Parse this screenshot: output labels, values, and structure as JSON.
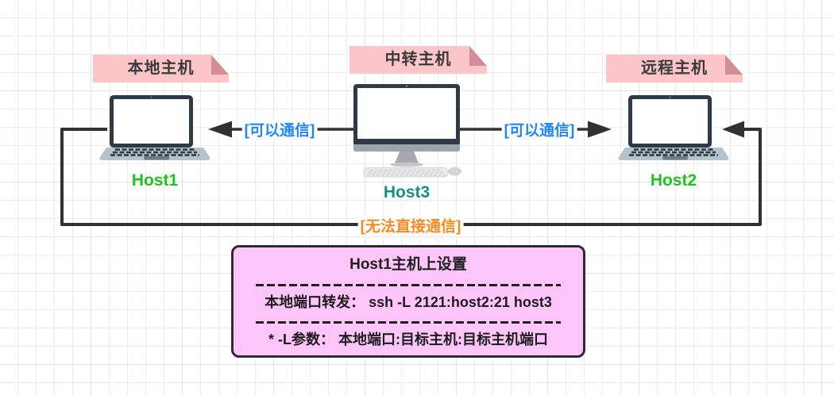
{
  "diagram": {
    "nodes": {
      "local": {
        "note": "本地主机",
        "host": "Host1",
        "icon": "laptop-icon",
        "host_color": "#1FC31F"
      },
      "relay": {
        "note": "中转主机",
        "host": "Host3",
        "icon": "desktop-icon",
        "host_color": "#178F87"
      },
      "remote": {
        "note": "远程主机",
        "host": "Host2",
        "icon": "laptop-icon",
        "host_color": "#1FC31F"
      }
    },
    "edges": {
      "relay_to_local": {
        "label": "[可以通信]",
        "color": "#1E86FF",
        "direction": "arrow-to-local"
      },
      "relay_to_remote": {
        "label": "[可以通信]",
        "color": "#1E86FF",
        "direction": "arrow-to-remote"
      },
      "local_to_remote": {
        "label": "[无法直接通信]",
        "color": "#F98A20",
        "direction": "arrow-to-remote-via-bottom"
      }
    },
    "config_box": {
      "title": "Host1主机上设置",
      "rows": [
        "本地端口转发： ssh -L 2121:host2:21 host3",
        "* -L参数： 本地端口:目标主机:目标主机端口"
      ],
      "fill": "#FDC5FA"
    },
    "style": {
      "note_fill": "#FCC5C8",
      "note_fold": "#D18E96",
      "wire_color": "#2F3133",
      "grid_color": "#ededee"
    }
  }
}
